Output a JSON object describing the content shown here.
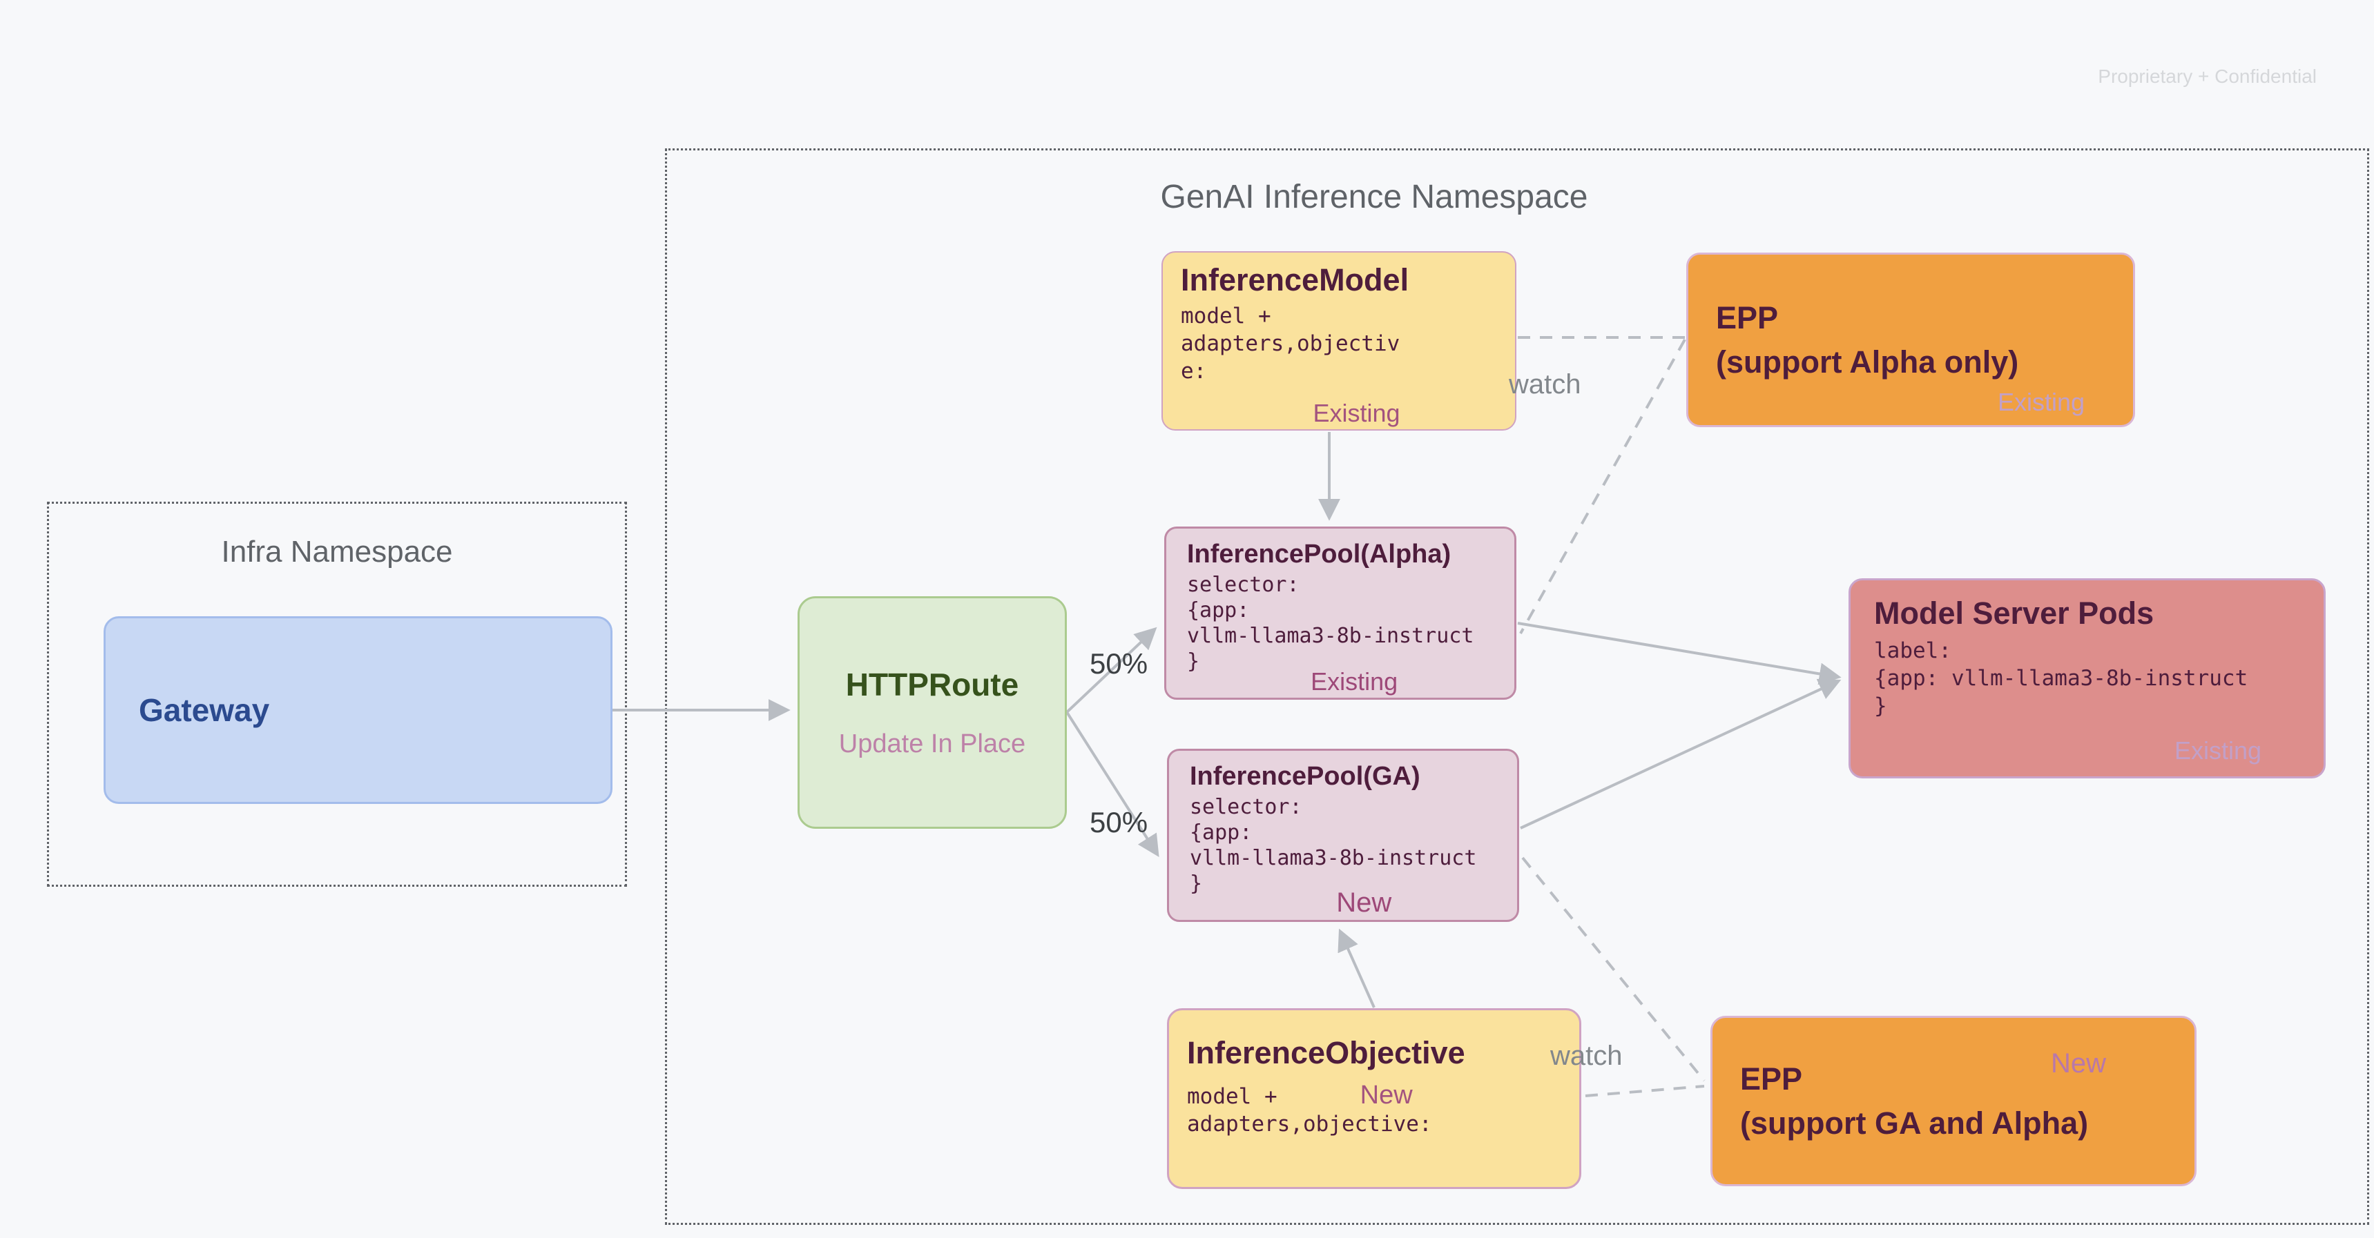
{
  "slide": {
    "watermark": "Proprietary + Confidential"
  },
  "namespaces": {
    "infra": {
      "title": "Infra Namespace"
    },
    "genai": {
      "title": "GenAI Inference Namespace"
    }
  },
  "nodes": {
    "gateway": {
      "title": "Gateway"
    },
    "httproute": {
      "title": "HTTPRoute",
      "subtitle": "Update In Place"
    },
    "inference_model": {
      "title": "InferenceModel",
      "code": [
        "model +",
        "adapters,objectiv",
        "e:"
      ],
      "badge": "Existing"
    },
    "epp_alpha": {
      "title": "EPP",
      "subtitle": "(support Alpha only)",
      "badge": "Existing"
    },
    "pool_alpha": {
      "title": "InferencePool(Alpha)",
      "code": [
        "selector:",
        "{app:",
        "vllm-llama3-8b-instruct",
        "}"
      ],
      "badge": "Existing"
    },
    "model_pods": {
      "title": "Model Server Pods",
      "code": [
        "label:",
        "{app: vllm-llama3-8b-instruct",
        "}"
      ],
      "badge": "Existing"
    },
    "pool_ga": {
      "title": "InferencePool(GA)",
      "code": [
        "selector:",
        "{app:",
        "vllm-llama3-8b-instruct",
        "}"
      ],
      "badge": "New"
    },
    "inference_objective": {
      "title": "InferenceObjective",
      "code": [
        "model +",
        "adapters,objective:"
      ],
      "badge": "New"
    },
    "epp_ga": {
      "title": "EPP",
      "subtitle": "(support GA and Alpha)",
      "badge": "New"
    }
  },
  "edges": {
    "split_top": "50%",
    "split_bottom": "50%",
    "watch_top": "watch",
    "watch_bottom": "watch"
  },
  "colors": {
    "background": "#f7f8fa",
    "epp_fill": "#f0a041",
    "yellow_fill": "#fae29d",
    "pool_fill": "#e7d4de",
    "pods_fill": "#dd8e8c",
    "gateway_fill": "#c8d8f4",
    "route_fill": "#deecd4",
    "maroon_text": "#4e1d3c",
    "plum_badge": "#9d4878",
    "arrow_gray": "#b9bdc3"
  }
}
